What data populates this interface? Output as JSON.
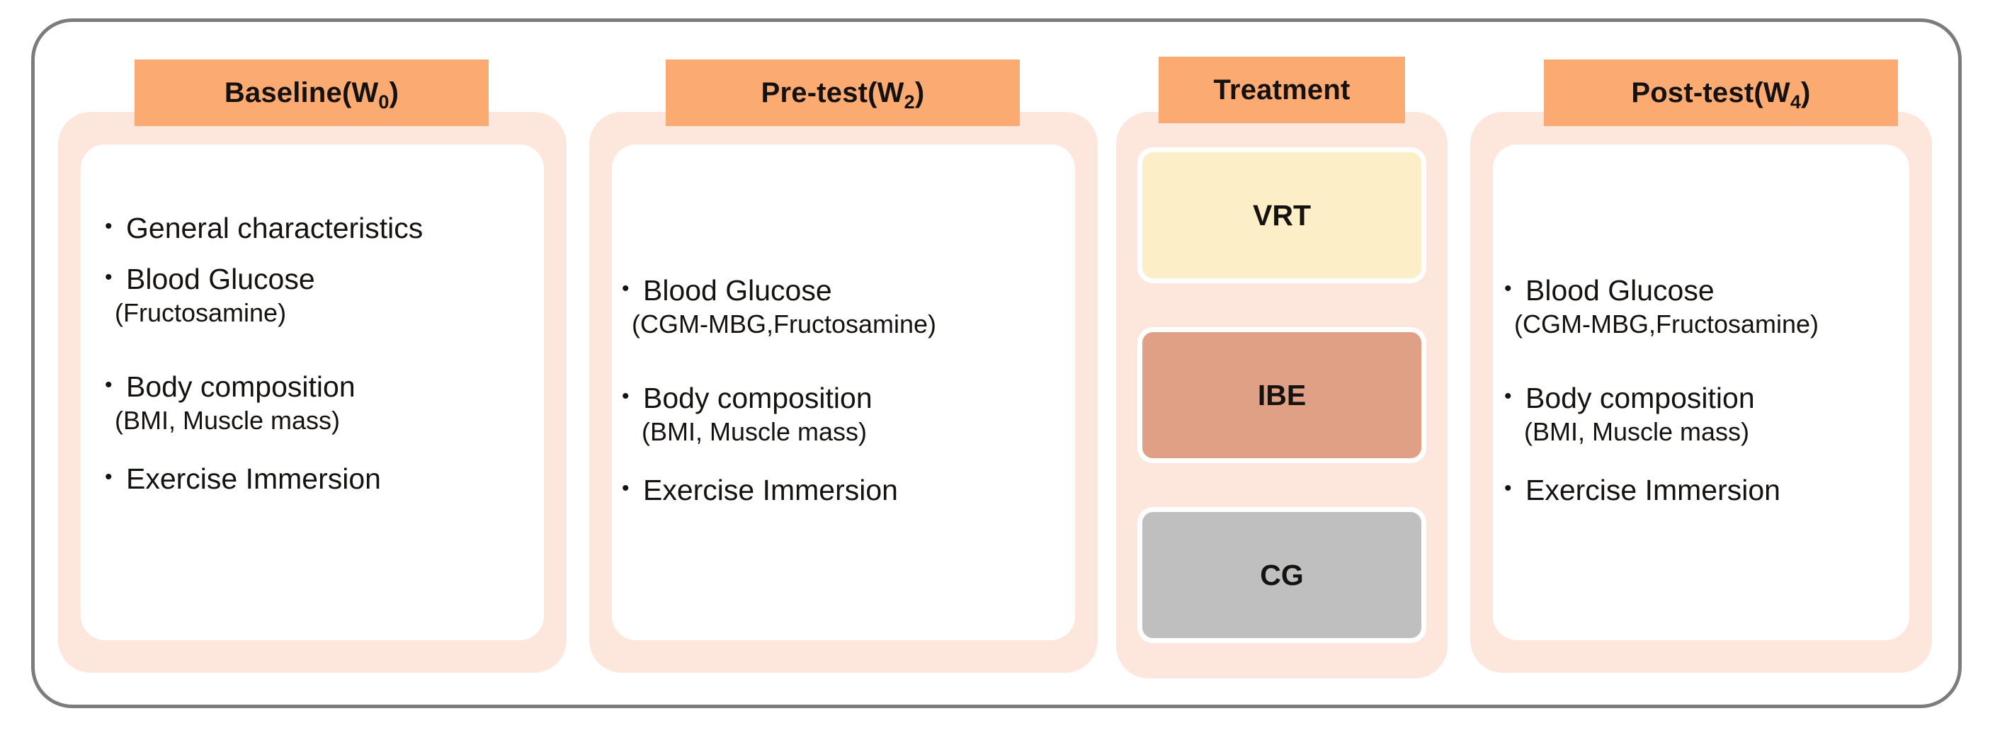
{
  "diagram": {
    "title": "Study design flow: Baseline, Pre-test, Treatment, Post-test",
    "colors": {
      "frame_border": "#7c7c7c",
      "panel_background": "#fde7dc",
      "panel_inner": "#ffffff",
      "header_chip": "#fbab72",
      "text": "#16120f",
      "vrt_box": "#fcefc7",
      "ibe_box": "#dfa085",
      "cg_box": "#bfbfbf",
      "group_box_border": "#ffffff"
    },
    "stages": [
      {
        "id": "baseline",
        "header_main": "Baseline(W",
        "header_sub": "0",
        "header_close": ")",
        "items": [
          {
            "bullet": "•",
            "label": "General characteristics",
            "note": ""
          },
          {
            "bullet": "•",
            "label": "Blood Glucose",
            "note": "(Fructosamine)"
          },
          {
            "bullet": "•",
            "label": "Body composition",
            "note": "(BMI, Muscle mass)"
          },
          {
            "bullet": "•",
            "label": "Exercise Immersion",
            "note": ""
          }
        ]
      },
      {
        "id": "pretest",
        "header_main": "Pre-test(W",
        "header_sub": "2",
        "header_close": ")",
        "items": [
          {
            "bullet": "•",
            "label": "Blood Glucose",
            "note": "(CGM-MBG,Fructosamine)"
          },
          {
            "bullet": "•",
            "label": "Body composition",
            "note": "(BMI, Muscle mass)"
          },
          {
            "bullet": "•",
            "label": "Exercise Immersion",
            "note": ""
          }
        ]
      },
      {
        "id": "treatment",
        "header_main": "Treatment",
        "header_sub": "",
        "header_close": "",
        "groups": [
          {
            "id": "vrt",
            "label": "VRT"
          },
          {
            "id": "ibe",
            "label": "IBE"
          },
          {
            "id": "cg",
            "label": "CG"
          }
        ]
      },
      {
        "id": "posttest",
        "header_main": "Post-test(W",
        "header_sub": "4",
        "header_close": ")",
        "items": [
          {
            "bullet": "•",
            "label": "Blood Glucose",
            "note": "(CGM-MBG,Fructosamine)"
          },
          {
            "bullet": "•",
            "label": "Body composition",
            "note": "(BMI, Muscle mass)"
          },
          {
            "bullet": "•",
            "label": "Exercise Immersion",
            "note": ""
          }
        ]
      }
    ]
  }
}
